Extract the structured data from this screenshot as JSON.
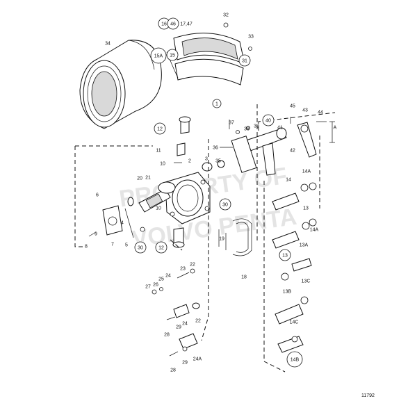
{
  "watermark": {
    "line1": "PROPERTY OF",
    "line2": "VOLVO PENTA"
  },
  "drawing_number": "11792",
  "callouts": [
    {
      "id": "34",
      "circled": false
    },
    {
      "id": "16",
      "circled": true
    },
    {
      "id": "46",
      "circled": true
    },
    {
      "id": "17,47",
      "circled": false
    },
    {
      "id": "32",
      "circled": false
    },
    {
      "id": "33",
      "circled": false
    },
    {
      "id": "15A",
      "circled": true
    },
    {
      "id": "15",
      "circled": true
    },
    {
      "id": "31",
      "circled": true
    },
    {
      "id": "1",
      "circled": true
    },
    {
      "id": "12",
      "circled": true
    },
    {
      "id": "45",
      "circled": false
    },
    {
      "id": "43",
      "circled": false
    },
    {
      "id": "44",
      "circled": false
    },
    {
      "id": "37",
      "circled": false
    },
    {
      "id": "38",
      "circled": false
    },
    {
      "id": "39",
      "circled": false
    },
    {
      "id": "40",
      "circled": true
    },
    {
      "id": "41",
      "circled": false
    },
    {
      "id": "42",
      "circled": false
    },
    {
      "id": "A",
      "circled": false
    },
    {
      "id": "36",
      "circled": false
    },
    {
      "id": "11",
      "circled": false
    },
    {
      "id": "10",
      "circled": false
    },
    {
      "id": "3",
      "circled": false
    },
    {
      "id": "35",
      "circled": false
    },
    {
      "id": "2",
      "circled": false
    },
    {
      "id": "14A",
      "circled": false
    },
    {
      "id": "20",
      "circled": false
    },
    {
      "id": "21",
      "circled": false
    },
    {
      "id": "14",
      "circled": false
    },
    {
      "id": "6",
      "circled": false
    },
    {
      "id": "30",
      "circled": true
    },
    {
      "id": "13",
      "circled": false
    },
    {
      "id": "10",
      "circled": false
    },
    {
      "id": "4",
      "circled": false
    },
    {
      "id": "14A",
      "circled": false
    },
    {
      "id": "9",
      "circled": false
    },
    {
      "id": "8",
      "circled": false
    },
    {
      "id": "7",
      "circled": false
    },
    {
      "id": "5",
      "circled": false
    },
    {
      "id": "30",
      "circled": true
    },
    {
      "id": "12",
      "circled": true
    },
    {
      "id": "19",
      "circled": false
    },
    {
      "id": "13A",
      "circled": false
    },
    {
      "id": "13",
      "circled": true
    },
    {
      "id": "18",
      "circled": false
    },
    {
      "id": "13C",
      "circled": false
    },
    {
      "id": "23",
      "circled": false
    },
    {
      "id": "22",
      "circled": false
    },
    {
      "id": "24",
      "circled": false
    },
    {
      "id": "25",
      "circled": false
    },
    {
      "id": "27",
      "circled": false
    },
    {
      "id": "26",
      "circled": false
    },
    {
      "id": "13B",
      "circled": false
    },
    {
      "id": "29",
      "circled": false
    },
    {
      "id": "24",
      "circled": false
    },
    {
      "id": "22",
      "circled": false
    },
    {
      "id": "14C",
      "circled": false
    },
    {
      "id": "28",
      "circled": false
    },
    {
      "id": "29",
      "circled": false
    },
    {
      "id": "24A",
      "circled": false
    },
    {
      "id": "14B",
      "circled": true
    },
    {
      "id": "28",
      "circled": false
    }
  ]
}
